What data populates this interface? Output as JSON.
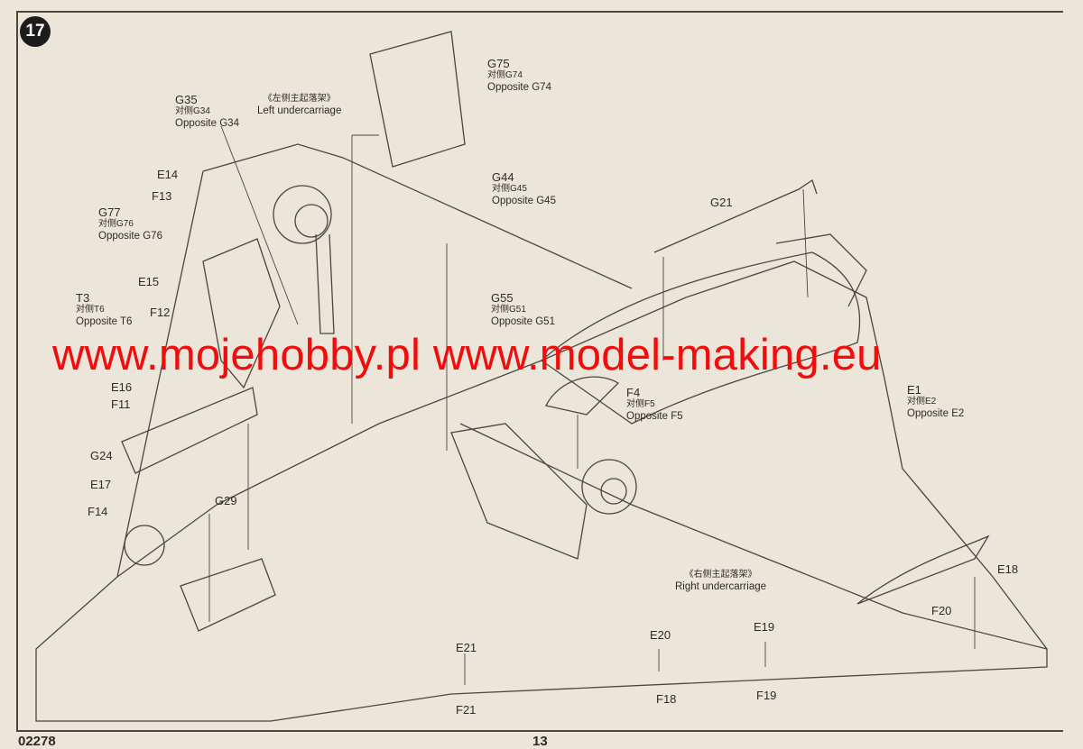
{
  "step_number": "17",
  "labels": {
    "g75": {
      "part": "G75",
      "cn": "对侧G74",
      "opposite": "Opposite G74"
    },
    "g35": {
      "part": "G35",
      "cn": "对侧G34",
      "opposite": "Opposite G34"
    },
    "left_uc": {
      "cn": "《左侧主起落架》",
      "en": "Left undercarriage"
    },
    "g44": {
      "part": "G44",
      "cn": "对侧G45",
      "opposite": "Opposite G45"
    },
    "e14": "E14",
    "f13": "F13",
    "g77": {
      "part": "G77",
      "cn": "对侧G76",
      "opposite": "Opposite G76"
    },
    "g21": "G21",
    "e15": "E15",
    "f12": "F12",
    "t3": {
      "part": "T3",
      "cn": "对侧T6",
      "opposite": "Opposite T6"
    },
    "g55": {
      "part": "G55",
      "cn": "对侧G51",
      "opposite": "Opposite G51"
    },
    "e16": "E16",
    "f11": "F11",
    "f4": {
      "part": "F4",
      "cn": "对侧F5",
      "opposite": "Opposite F5"
    },
    "e1": {
      "part": "E1",
      "cn": "对侧E2",
      "opposite": "Opposite E2"
    },
    "g24": "G24",
    "e17": "E17",
    "f14": "F14",
    "g29": "G29",
    "right_uc": {
      "cn": "《右侧主起落架》",
      "en": "Right undercarriage"
    },
    "e18": "E18",
    "f20": "F20",
    "e21": "E21",
    "f21": "F21",
    "e20": "E20",
    "f18": "F18",
    "e19": "E19",
    "f19": "F19"
  },
  "watermark": "www.mojehobby.pl www.model-making.eu",
  "footer": {
    "kit_number": "02278",
    "page_number": "13"
  }
}
